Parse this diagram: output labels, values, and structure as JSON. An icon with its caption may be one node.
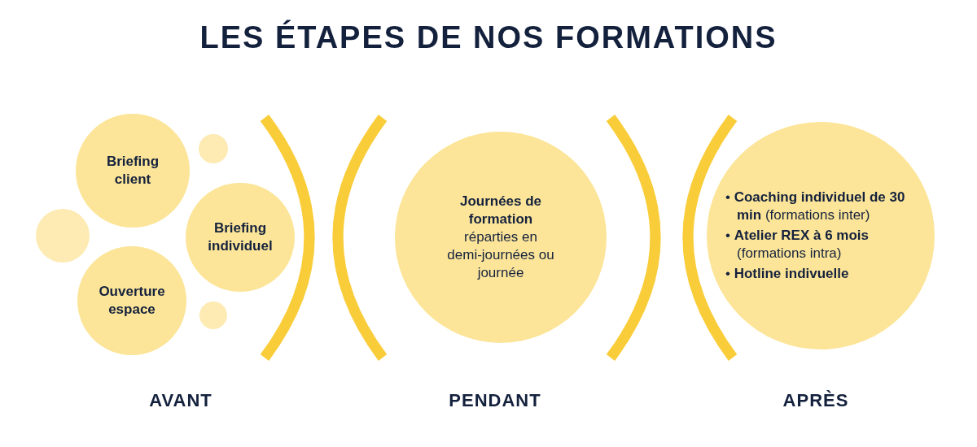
{
  "diagram": {
    "title": "LES ÉTAPES DE NOS FORMATIONS",
    "nodes": [
      {
        "text": [
          "Briefing client"
        ]
      },
      {
        "text": [],
        "shape": "circle"
      },
      {
        "text": [],
        "shape": "circle"
      },
      {
        "text": [
          "Briefing individuel"
        ]
      },
      {
        "text": [
          "Ouverture espace"
        ]
      },
      {
        "text": [],
        "shape": "circle"
      },
      {
        "text": [
          "Journées de formation",
          "réparties en demi-journées ou journée"
        ]
      },
      {
        "text": [
          "• **Coaching individuel de 30 min** (formations inter)",
          "• **Atelier REX à 6 mois** (formations intra)",
          "• **Hotline indivuelle**"
        ]
      }
    ],
    "labels": [
      "AVANT",
      "PENDANT",
      "APRÈS"
    ]
  }
}
